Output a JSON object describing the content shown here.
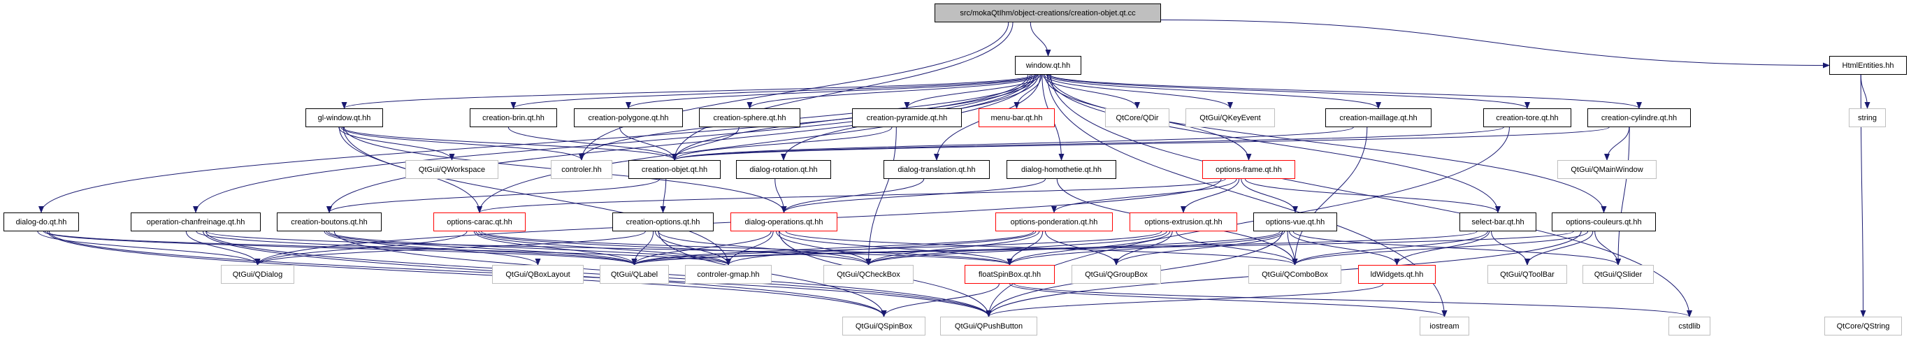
{
  "graph": {
    "edge_color": "#191970",
    "nodes": [
      {
        "id": "top",
        "label": "src/mokaQtIhm/object-creations/creation-objet.qt.cc",
        "style": "focus"
      },
      {
        "id": "window",
        "label": "window.qt.hh",
        "style": "normal"
      },
      {
        "id": "html",
        "label": "HtmlEntities.hh",
        "style": "normal"
      },
      {
        "id": "glwin",
        "label": "gl-window.qt.hh",
        "style": "normal"
      },
      {
        "id": "brin",
        "label": "creation-brin.qt.hh",
        "style": "normal"
      },
      {
        "id": "polygone",
        "label": "creation-polygone.qt.hh",
        "style": "normal"
      },
      {
        "id": "sphere",
        "label": "creation-sphere.qt.hh",
        "style": "normal"
      },
      {
        "id": "pyramide",
        "label": "creation-pyramide.qt.hh",
        "style": "normal"
      },
      {
        "id": "menubar",
        "label": "menu-bar.qt.hh",
        "style": "red"
      },
      {
        "id": "qdir",
        "label": "QtCore/QDir",
        "style": "external"
      },
      {
        "id": "qkeyevent",
        "label": "QtGui/QKeyEvent",
        "style": "external"
      },
      {
        "id": "maillage",
        "label": "creation-maillage.qt.hh",
        "style": "normal"
      },
      {
        "id": "tore",
        "label": "creation-tore.qt.hh",
        "style": "normal"
      },
      {
        "id": "cylindre",
        "label": "creation-cylindre.qt.hh",
        "style": "normal"
      },
      {
        "id": "string",
        "label": "string",
        "style": "external"
      },
      {
        "id": "qworkspace",
        "label": "QtGui/QWorkspace",
        "style": "external"
      },
      {
        "id": "controler",
        "label": "controler.hh",
        "style": "external"
      },
      {
        "id": "cobjet",
        "label": "creation-objet.qt.hh",
        "style": "normal"
      },
      {
        "id": "rotation",
        "label": "dialog-rotation.qt.hh",
        "style": "normal"
      },
      {
        "id": "translation",
        "label": "dialog-translation.qt.hh",
        "style": "normal"
      },
      {
        "id": "homothetie",
        "label": "dialog-homothetie.qt.hh",
        "style": "normal"
      },
      {
        "id": "oframe",
        "label": "options-frame.qt.hh",
        "style": "red"
      },
      {
        "id": "qmainwindow",
        "label": "QtGui/QMainWindow",
        "style": "external"
      },
      {
        "id": "dialogdo",
        "label": "dialog-do.qt.hh",
        "style": "normal"
      },
      {
        "id": "chanfreinage",
        "label": "operation-chanfreinage.qt.hh",
        "style": "normal"
      },
      {
        "id": "boutons",
        "label": "creation-boutons.qt.hh",
        "style": "normal"
      },
      {
        "id": "carac",
        "label": "options-carac.qt.hh",
        "style": "red"
      },
      {
        "id": "coptions",
        "label": "creation-options.qt.hh",
        "style": "normal"
      },
      {
        "id": "doperations",
        "label": "dialog-operations.qt.hh",
        "style": "red"
      },
      {
        "id": "ponderation",
        "label": "options-ponderation.qt.hh",
        "style": "red"
      },
      {
        "id": "extrusion",
        "label": "options-extrusion.qt.hh",
        "style": "red"
      },
      {
        "id": "ovue",
        "label": "options-vue.qt.hh",
        "style": "normal"
      },
      {
        "id": "selectbar",
        "label": "select-bar.qt.hh",
        "style": "normal"
      },
      {
        "id": "couleurs",
        "label": "options-couleurs.qt.hh",
        "style": "normal"
      },
      {
        "id": "qdialog",
        "label": "QtGui/QDialog",
        "style": "external"
      },
      {
        "id": "qboxlayout",
        "label": "QtGui/QBoxLayout",
        "style": "external"
      },
      {
        "id": "qlabel",
        "label": "QtGui/QLabel",
        "style": "external"
      },
      {
        "id": "gmap",
        "label": "controler-gmap.hh",
        "style": "external"
      },
      {
        "id": "qcheckbox",
        "label": "QtGui/QCheckBox",
        "style": "external"
      },
      {
        "id": "floatspin",
        "label": "floatSpinBox.qt.hh",
        "style": "red"
      },
      {
        "id": "qgroupbox",
        "label": "QtGui/QGroupBox",
        "style": "external"
      },
      {
        "id": "qcombobox",
        "label": "QtGui/QComboBox",
        "style": "external"
      },
      {
        "id": "ldwidgets",
        "label": "ldWidgets.qt.hh",
        "style": "red"
      },
      {
        "id": "qtoolbar",
        "label": "QtGui/QToolBar",
        "style": "external"
      },
      {
        "id": "qslider",
        "label": "QtGui/QSlider",
        "style": "external"
      },
      {
        "id": "qspinbox",
        "label": "QtGui/QSpinBox",
        "style": "external"
      },
      {
        "id": "qpushbutton",
        "label": "QtGui/QPushButton",
        "style": "external"
      },
      {
        "id": "iostream",
        "label": "iostream",
        "style": "external"
      },
      {
        "id": "cstdlib",
        "label": "cstdlib",
        "style": "external"
      },
      {
        "id": "qstring",
        "label": "QtCore/QString",
        "style": "external"
      }
    ],
    "edges": [
      [
        "top",
        "window"
      ],
      [
        "top",
        "html"
      ],
      [
        "top",
        "cobjet"
      ],
      [
        "top",
        "controler"
      ],
      [
        "window",
        "glwin"
      ],
      [
        "window",
        "brin"
      ],
      [
        "window",
        "polygone"
      ],
      [
        "window",
        "sphere"
      ],
      [
        "window",
        "pyramide"
      ],
      [
        "window",
        "menubar"
      ],
      [
        "window",
        "qdir"
      ],
      [
        "window",
        "qkeyevent"
      ],
      [
        "window",
        "maillage"
      ],
      [
        "window",
        "tore"
      ],
      [
        "window",
        "cylindre"
      ],
      [
        "window",
        "dialogdo"
      ],
      [
        "window",
        "chanfreinage"
      ],
      [
        "window",
        "carac"
      ],
      [
        "window",
        "rotation"
      ],
      [
        "window",
        "translation"
      ],
      [
        "window",
        "homothetie"
      ],
      [
        "window",
        "oframe"
      ],
      [
        "window",
        "selectbar"
      ],
      [
        "window",
        "couleurs"
      ],
      [
        "window",
        "controler"
      ],
      [
        "window",
        "cobjet"
      ],
      [
        "window",
        "cstdlib"
      ],
      [
        "window",
        "iostream"
      ],
      [
        "window",
        "boutons"
      ],
      [
        "html",
        "string"
      ],
      [
        "html",
        "qstring"
      ],
      [
        "glwin",
        "qworkspace"
      ],
      [
        "glwin",
        "controler"
      ],
      [
        "glwin",
        "cobjet"
      ],
      [
        "glwin",
        "carac"
      ],
      [
        "glwin",
        "doperations"
      ],
      [
        "glwin",
        "gmap"
      ],
      [
        "brin",
        "cobjet"
      ],
      [
        "polygone",
        "cobjet"
      ],
      [
        "sphere",
        "cobjet"
      ],
      [
        "pyramide",
        "cobjet"
      ],
      [
        "pyramide",
        "qcheckbox"
      ],
      [
        "maillage",
        "cobjet"
      ],
      [
        "maillage",
        "qcombobox"
      ],
      [
        "tore",
        "cobjet"
      ],
      [
        "tore",
        "qpushbutton"
      ],
      [
        "cylindre",
        "cobjet"
      ],
      [
        "cylindre",
        "qmainwindow"
      ],
      [
        "cylindre",
        "qslider"
      ],
      [
        "cobjet",
        "coptions"
      ],
      [
        "cobjet",
        "boutons"
      ],
      [
        "rotation",
        "doperations"
      ],
      [
        "translation",
        "doperations"
      ],
      [
        "homothetie",
        "doperations"
      ],
      [
        "homothetie",
        "qcombobox"
      ],
      [
        "oframe",
        "ponderation"
      ],
      [
        "oframe",
        "extrusion"
      ],
      [
        "oframe",
        "ovue"
      ],
      [
        "oframe",
        "carac"
      ],
      [
        "oframe",
        "qdialog"
      ],
      [
        "oframe",
        "selectbar"
      ],
      [
        "dialogdo",
        "qdialog"
      ],
      [
        "dialogdo",
        "qlabel"
      ],
      [
        "dialogdo",
        "gmap"
      ],
      [
        "dialogdo",
        "qspinbox"
      ],
      [
        "dialogdo",
        "qpushbutton"
      ],
      [
        "chanfreinage",
        "qdialog"
      ],
      [
        "chanfreinage",
        "qlabel"
      ],
      [
        "chanfreinage",
        "floatspin"
      ],
      [
        "chanfreinage",
        "qpushbutton"
      ],
      [
        "chanfreinage",
        "qspinbox"
      ],
      [
        "boutons",
        "qboxlayout"
      ],
      [
        "boutons",
        "qpushbutton"
      ],
      [
        "boutons",
        "gmap"
      ],
      [
        "boutons",
        "qlabel"
      ],
      [
        "carac",
        "qdialog"
      ],
      [
        "carac",
        "qlabel"
      ],
      [
        "carac",
        "gmap"
      ],
      [
        "carac",
        "qcheckbox"
      ],
      [
        "carac",
        "floatspin"
      ],
      [
        "coptions",
        "qlabel"
      ],
      [
        "coptions",
        "gmap"
      ],
      [
        "coptions",
        "qcheckbox"
      ],
      [
        "coptions",
        "qspinbox"
      ],
      [
        "coptions",
        "qdialog"
      ],
      [
        "doperations",
        "qlabel"
      ],
      [
        "doperations",
        "gmap"
      ],
      [
        "doperations",
        "qcheckbox"
      ],
      [
        "doperations",
        "floatspin"
      ],
      [
        "doperations",
        "qpushbutton"
      ],
      [
        "doperations",
        "qcombobox"
      ],
      [
        "ponderation",
        "qgroupbox"
      ],
      [
        "ponderation",
        "floatspin"
      ],
      [
        "ponderation",
        "qcheckbox"
      ],
      [
        "ponderation",
        "qlabel"
      ],
      [
        "ponderation",
        "gmap"
      ],
      [
        "extrusion",
        "qgroupbox"
      ],
      [
        "extrusion",
        "qcheckbox"
      ],
      [
        "extrusion",
        "floatspin"
      ],
      [
        "extrusion",
        "qcombobox"
      ],
      [
        "extrusion",
        "qlabel"
      ],
      [
        "ovue",
        "qcombobox"
      ],
      [
        "ovue",
        "ldwidgets"
      ],
      [
        "ovue",
        "qgroupbox"
      ],
      [
        "ovue",
        "qcheckbox"
      ],
      [
        "ovue",
        "qpushbutton"
      ],
      [
        "ovue",
        "floatspin"
      ],
      [
        "ovue",
        "qslider"
      ],
      [
        "selectbar",
        "ldwidgets"
      ],
      [
        "selectbar",
        "qtoolbar"
      ],
      [
        "selectbar",
        "qcombobox"
      ],
      [
        "selectbar",
        "qlabel"
      ],
      [
        "couleurs",
        "qtoolbar"
      ],
      [
        "couleurs",
        "qslider"
      ],
      [
        "couleurs",
        "qpushbutton"
      ],
      [
        "couleurs",
        "qcombobox"
      ],
      [
        "couleurs",
        "qlabel"
      ],
      [
        "floatspin",
        "qspinbox"
      ],
      [
        "floatspin",
        "iostream"
      ],
      [
        "floatspin",
        "cstdlib"
      ],
      [
        "ldwidgets",
        "qpushbutton"
      ]
    ]
  }
}
